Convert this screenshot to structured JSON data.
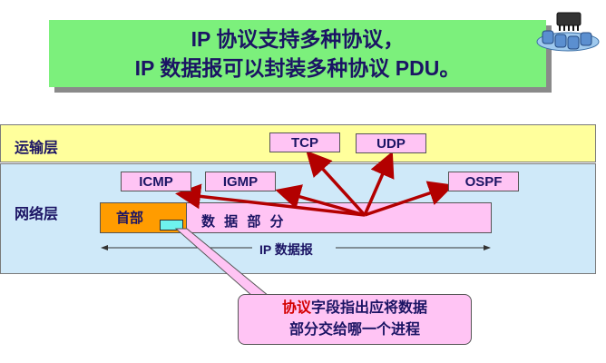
{
  "title": {
    "line1": "IP 协议支持多种协议，",
    "line2": "IP 数据报可以封装多种协议 PDU。"
  },
  "logo_icon": "network-device-icon",
  "layers": {
    "transport": "运输层",
    "network": "网络层"
  },
  "protocols": {
    "tcp": "TCP",
    "udp": "UDP",
    "icmp": "ICMP",
    "igmp": "IGMP",
    "ospf": "OSPF"
  },
  "datagram": {
    "header": "首部",
    "data": "数 据 部 分",
    "label": "IP 数据报"
  },
  "callout": {
    "highlight": "协议",
    "line1_rest": "字段指出应将数据",
    "line2": "部分交给哪一个进程"
  },
  "colors": {
    "arrow": "#b30000",
    "title_bg": "#7cf07c",
    "transport_bg": "#ffff9c",
    "network_bg": "#cfe9f9",
    "box_pink": "#ffc4f4",
    "header_orange": "#ff9c00",
    "field_cyan": "#6ef3ee",
    "text": "#1b1464"
  }
}
